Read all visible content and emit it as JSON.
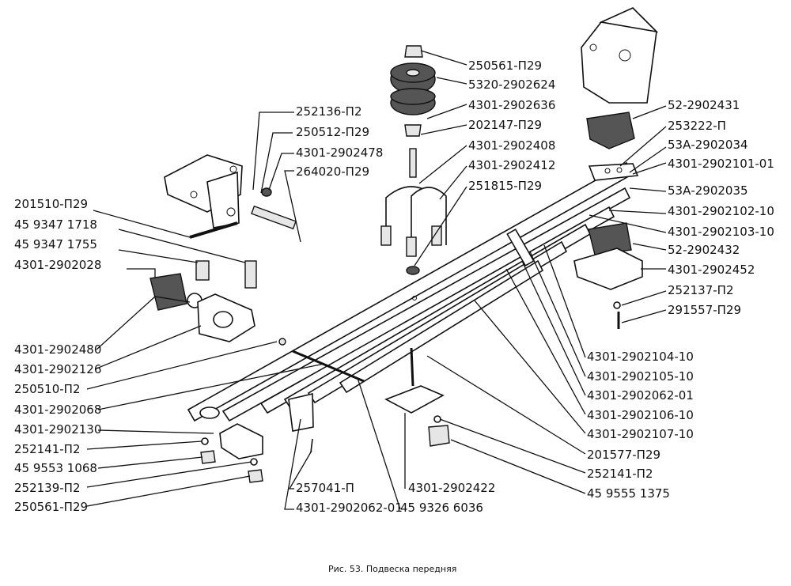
{
  "caption": "Рис. 53. Подвеска передняя",
  "labels": {
    "r1": "250561-П29",
    "r2": "5320-2902624",
    "r3": "4301-2902636",
    "r4": "202147-П29",
    "r5": "4301-2902408",
    "r6": "4301-2902412",
    "r7": "251815-П29",
    "t1": "252136-П2",
    "t2": "250512-П29",
    "t3": "4301-2902478",
    "t4": "264020-П29",
    "e1": "52-2902431",
    "e2": "253222-П",
    "e3": "53А-2902034",
    "e4": "4301-2902101-01",
    "e5": "53А-2902035",
    "e6": "4301-2902102-10",
    "e7": "4301-2902103-10",
    "e8": "52-2902432",
    "e9": "4301-2902452",
    "e10": "252137-П2",
    "e11": "291557-П29",
    "l1": "201510-П29",
    "l2": "45 9347 1718",
    "l3": "45 9347 1755",
    "l4": "4301-2902028",
    "l5": "4301-2902480",
    "l6": "4301-2902126",
    "l7": "250510-П2",
    "l8": "4301-2902068",
    "l9": "4301-2902130",
    "l10": "252141-П2",
    "l11": "45 9553 1068",
    "l12": "252139-П2",
    "l13": "250561-П29",
    "m1": "4301-2902104-10",
    "m2": "4301-2902105-10",
    "m3": "4301-2902062-01",
    "m4": "4301-2902106-10",
    "m5": "4301-2902107-10",
    "m6": "201577-П29",
    "m7": "252141-П2",
    "m8": "45 9555 1375",
    "b1": "257041-П",
    "b2": "4301-2902062-01",
    "b3": "4301-2902422",
    "b4": "45 9326 6036"
  }
}
